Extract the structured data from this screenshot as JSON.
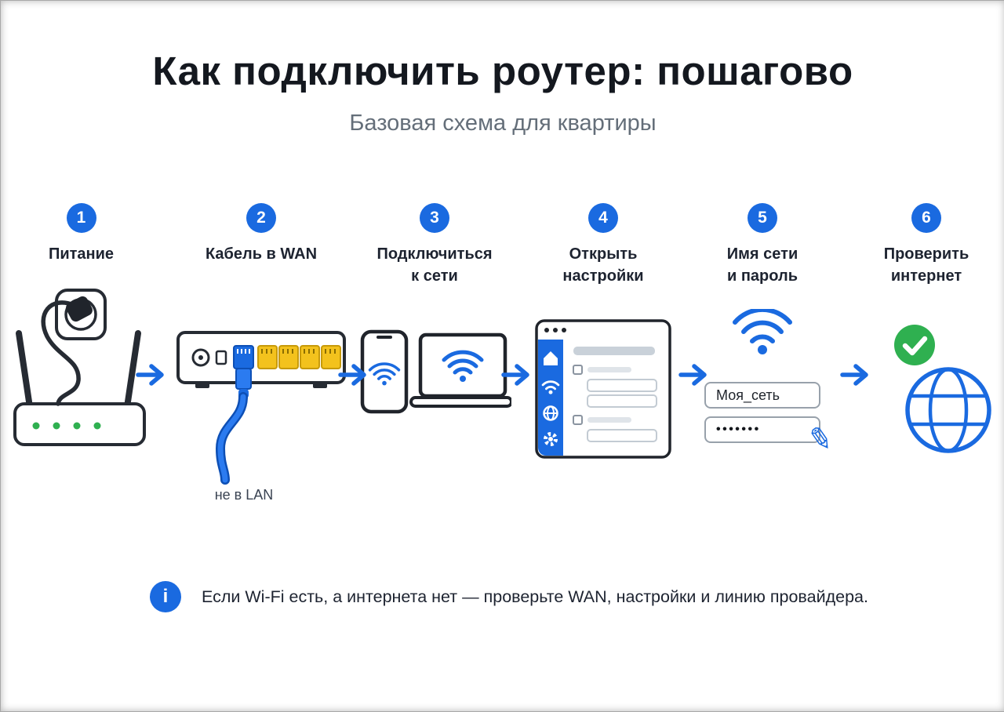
{
  "page": {
    "title": "Как подключить роутер: пошагово",
    "subtitle": "Базовая схема для квартиры"
  },
  "steps": [
    {
      "number": "1",
      "label": "Питание"
    },
    {
      "number": "2",
      "label": "Кабель в WAN",
      "note": "не в LAN"
    },
    {
      "number": "3",
      "label": "Подключиться\nк сети"
    },
    {
      "number": "4",
      "label": "Открыть\nнастройки"
    },
    {
      "number": "5",
      "label": "Имя сети\nи пароль",
      "network_name_value": "Моя_сеть",
      "password_value": "•••••••"
    },
    {
      "number": "6",
      "label": "Проверить\nинтернет"
    }
  ],
  "icons": {
    "pencil": "✎",
    "info": "i"
  },
  "footer": {
    "info_text": "Если Wi-Fi есть, а интернета нет — проверьте WAN, настройки и линию провайдера."
  },
  "colors": {
    "accent_blue": "#1a6ae0",
    "cable_blue": "#2b7bf0",
    "green": "#2fb050",
    "port_yellow": "#f3c21d",
    "text_dark": "#1d2330",
    "text_gray": "#646e79"
  }
}
